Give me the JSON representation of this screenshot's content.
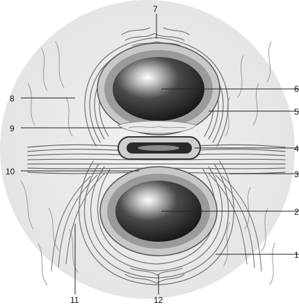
{
  "labels": [
    "7",
    "6",
    "8",
    "5",
    "9",
    "4",
    "10",
    "3",
    "2",
    "1",
    "11",
    "12"
  ]
}
